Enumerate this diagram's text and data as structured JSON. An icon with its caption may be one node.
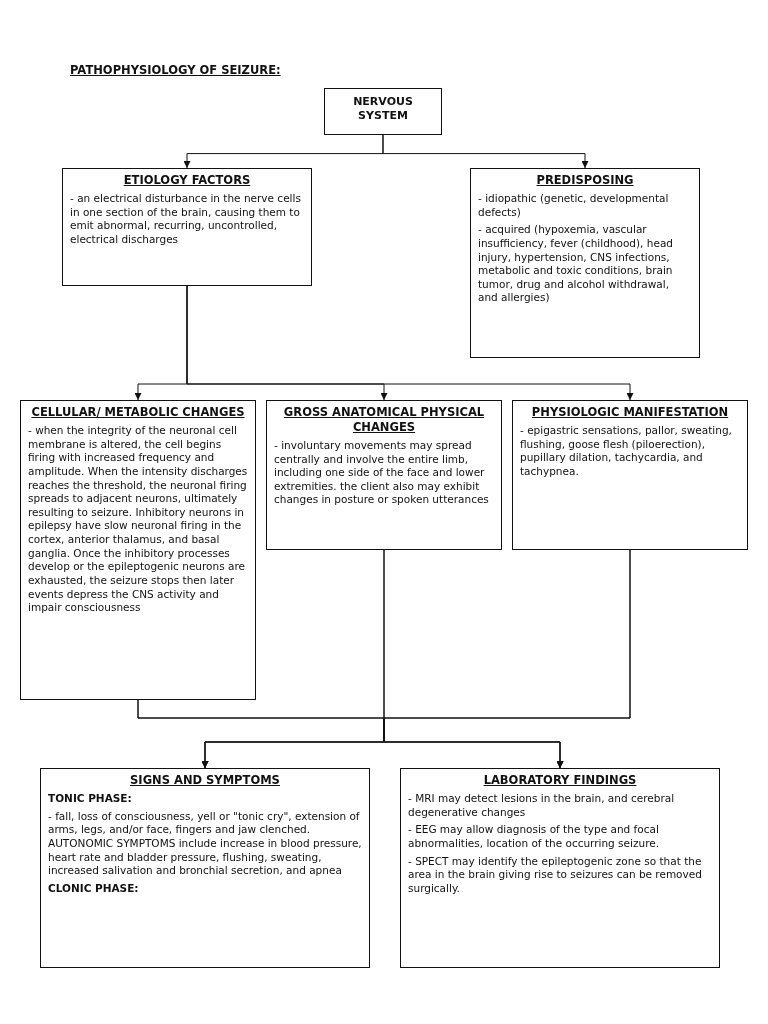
{
  "diagram": {
    "title": "PATHOPHYSIOLOGY OF SEIZURE:",
    "nodes": [
      {
        "text": [
          "NERVOUS SYSTEM"
        ]
      },
      {
        "text": [
          "ETIOLOGY FACTORS",
          "- an electrical disturbance in the nerve cells in one section of the brain, causing them to emit abnormal, recurring, uncontrolled, electrical discharges"
        ]
      },
      {
        "text": [
          "PREDISPOSING",
          "- idiopathic (genetic, developmental defects)",
          "- acquired (hypoxemia, vascular insufficiency, fever (childhood), head injury, hypertension, CNS infections, metabolic and toxic conditions, brain tumor, drug and alcohol withdrawal, and allergies)"
        ]
      },
      {
        "text": [
          "CELLULAR/ METABOLIC CHANGES",
          "- when the integrity of the neuronal cell membrane is altered, the cell begins firing with increased frequency and amplitude. When the intensity discharges reaches the threshold, the neuronal firing spreads to adjacent neurons, ultimately resulting to seizure. Inhibitory neurons in epilepsy have slow neuronal firing in the cortex, anterior thalamus, and basal ganglia. Once the inhibitory processes develop or the epileptogenic neurons are exhausted, the seizure stops then later events depress the CNS activity and impair consciousness"
        ]
      },
      {
        "text": [
          "GROSS ANATOMICAL PHYSICAL CHANGES",
          "- involuntary movements may spread centrally and involve the entire limb, including one side of the face and lower extremities. the client also may exhibit changes in posture or spoken utterances"
        ]
      },
      {
        "text": [
          "PHYSIOLOGIC MANIFESTATION",
          "- epigastric sensations, pallor, sweating, flushing, goose flesh (piloerection), pupillary dilation, tachycardia, and tachypnea."
        ]
      },
      {
        "text": [
          "SIGNS AND SYMPTOMS",
          "TONIC PHASE:",
          "- fall, loss of consciousness, yell or \"tonic cry\", extension of arms, legs, and/or face, fingers and jaw clenched. AUTONOMIC SYMPTOMS include increase in blood pressure, heart rate and bladder pressure, flushing, sweating, increased salivation and bronchial secretion, and apnea",
          "CLONIC PHASE:"
        ]
      },
      {
        "text": [
          "LABORATORY FINDINGS",
          "- MRI may detect lesions in the brain, and cerebral degenerative changes",
          "- EEG may allow diagnosis of the type and focal abnormalities, location of the occurring seizure.",
          "- SPECT may identify the epileptogenic zone so that the area in the brain giving rise to seizures can be removed surgically."
        ]
      }
    ],
    "edges": [
      {
        "from": 0,
        "to": 1,
        "arrow": "to"
      },
      {
        "from": 0,
        "to": 2,
        "arrow": "to"
      },
      {
        "from": 1,
        "to": 3,
        "arrow": "to"
      },
      {
        "from": 1,
        "to": 4,
        "arrow": "to"
      },
      {
        "from": 1,
        "to": 5,
        "arrow": "to"
      },
      {
        "from": 3,
        "to": 6,
        "arrow": "to"
      },
      {
        "from": 3,
        "to": 7,
        "arrow": "to"
      },
      {
        "from": 4,
        "to": 6,
        "arrow": "to"
      },
      {
        "from": 4,
        "to": 7,
        "arrow": "to"
      },
      {
        "from": 5,
        "to": 6,
        "arrow": "to"
      },
      {
        "from": 5,
        "to": 7,
        "arrow": "to"
      }
    ]
  }
}
